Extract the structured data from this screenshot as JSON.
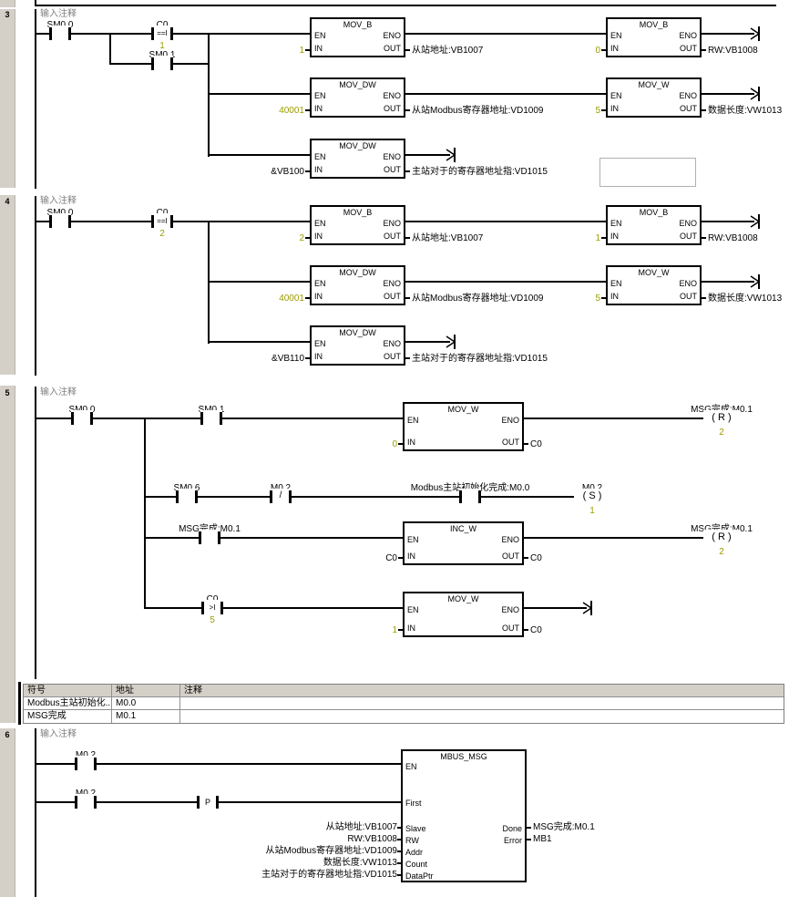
{
  "colors": {
    "constant_value": "#9c9c00",
    "comment_text": "#808080",
    "wire": "#000000",
    "gutter_bg": "#d4d0c8",
    "table_header_bg": "#d4d0c8",
    "empty_box_border": "#b0b0b0"
  },
  "pins": {
    "en": "EN",
    "eno": "ENO",
    "in": "IN",
    "out": "OUT"
  },
  "net3": {
    "number": "3",
    "comment": "输入注释",
    "contacts": {
      "sm00": "SM0.0",
      "c0": "C0",
      "c0_op": "==I",
      "c0_val": "1",
      "sm01": "SM0.1"
    },
    "blocks": [
      {
        "title": "MOV_B",
        "in_val": "1",
        "out_val": "从站地址:VB1007"
      },
      {
        "title": "MOV_B",
        "in_val": "0",
        "out_val": "RW:VB1008"
      },
      {
        "title": "MOV_DW",
        "in_val": "40001",
        "out_val": "从站Modbus寄存器地址:VD1009"
      },
      {
        "title": "MOV_W",
        "in_val": "5",
        "out_val": "数据长度:VW1013"
      },
      {
        "title": "MOV_DW",
        "in_val": "&VB100",
        "out_val": "主站对于的寄存器地址指:VD1015"
      }
    ]
  },
  "net4": {
    "number": "4",
    "comment": "输入注释",
    "contacts": {
      "sm00": "SM0.0",
      "c0": "C0",
      "c0_op": "==I",
      "c0_val": "2"
    },
    "blocks": [
      {
        "title": "MOV_B",
        "in_val": "2",
        "out_val": "从站地址:VB1007"
      },
      {
        "title": "MOV_B",
        "in_val": "1",
        "out_val": "RW:VB1008"
      },
      {
        "title": "MOV_DW",
        "in_val": "40001",
        "out_val": "从站Modbus寄存器地址:VD1009"
      },
      {
        "title": "MOV_W",
        "in_val": "5",
        "out_val": "数据长度:VW1013"
      },
      {
        "title": "MOV_DW",
        "in_val": "&VB110",
        "out_val": "主站对于的寄存器地址指:VD1015"
      }
    ]
  },
  "net5": {
    "number": "5",
    "comment": "输入注释",
    "r1": {
      "c1": "SM0.0",
      "c2": "SM0.1",
      "block": {
        "title": "MOV_W",
        "in_val": "0",
        "out_val": "C0"
      },
      "coil": {
        "label": "MSG完成:M0.1",
        "symbol": "( R )",
        "val": "2"
      }
    },
    "r2": {
      "c1": "SM0.6",
      "c2": "M0.2",
      "c2_op": "/",
      "c3": "Modbus主站初始化完成:M0.0",
      "coil": {
        "label": "M0.2",
        "symbol": "( S )",
        "val": "1"
      }
    },
    "r3": {
      "c1": "MSG完成:M0.1",
      "block": {
        "title": "INC_W",
        "in_val": "C0",
        "out_val": "C0"
      },
      "coil": {
        "label": "MSG完成:M0.1",
        "symbol": "( R )",
        "val": "2"
      }
    },
    "r4": {
      "c1": "C0",
      "c1_op": ">I",
      "c1_val": "5",
      "block": {
        "title": "MOV_W",
        "in_val": "1",
        "out_val": "C0"
      }
    }
  },
  "symbol_table": {
    "headers": [
      "符号",
      "地址",
      "注释"
    ],
    "rows": [
      {
        "symbol": "Modbus主站初始化...",
        "address": "M0.0",
        "comment": ""
      },
      {
        "symbol": "MSG完成",
        "address": "M0.1",
        "comment": ""
      }
    ]
  },
  "net6": {
    "number": "6",
    "comment": "输入注释",
    "c1": "M0.2",
    "c2": "M0.2",
    "edge_op": "P",
    "block": {
      "title": "MBUS_MSG",
      "left_pins": [
        "EN",
        "First",
        "Slave",
        "RW",
        "Addr",
        "Count",
        "DataPtr"
      ],
      "right_pins": [
        "Done",
        "Error"
      ],
      "in_vals": [
        "从站地址:VB1007",
        "RW:VB1008",
        "从站Modbus寄存器地址:VD1009",
        "数据长度:VW1013",
        "主站对于的寄存器地址指:VD1015"
      ],
      "out_vals": [
        "MSG完成:M0.1",
        "MB1"
      ]
    }
  }
}
